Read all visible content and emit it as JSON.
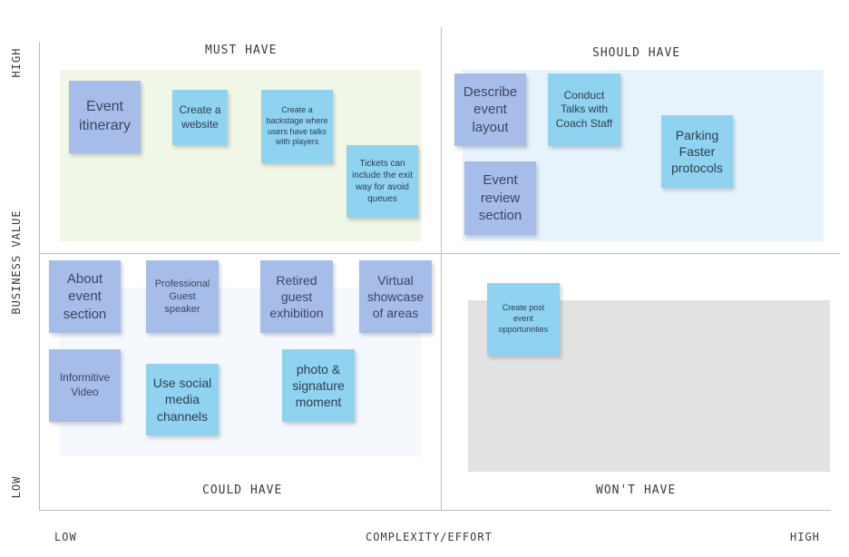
{
  "quadrants": {
    "must_have": "MUST HAVE",
    "should_have": "SHOULD HAVE",
    "could_have": "COULD HAVE",
    "wont_have": "WON'T HAVE"
  },
  "axes": {
    "y_title": "BUSINESS VALUE",
    "y_high": "HIGH",
    "y_low": "LOW",
    "x_title": "COMPLEXITY/EFFORT",
    "x_low": "LOW",
    "x_high": "HIGH"
  },
  "notes": {
    "event_itinerary": "Event itinerary",
    "create_website": "Create a website",
    "backstage_talks": "Create a backstage where users have talks with players",
    "tickets_exit": "Tickets can include the exit way for avoid queues",
    "describe_layout": "Describe event layout",
    "conduct_talks": "Conduct Talks with Coach Staff",
    "parking": "Parking Faster protocols",
    "event_review": "Event review section",
    "about_event": "About event section",
    "professional_guest": "Professional Guest speaker",
    "retired_guest": "Retired guest exhibition",
    "virtual_showcase": "Virtual showcase of areas",
    "informative_video": "Informitive Video",
    "social_media": "Use social media channels",
    "photo_signature": "photo & signature moment",
    "post_event": "Create post event opportunnties"
  },
  "colors": {
    "must_zone": "#f1f7e6",
    "should_zone": "#e6f3fd",
    "could_zone": "#f5f8fc",
    "wont_zone": "#e2e2e2",
    "note_blue": "#8fd3f0",
    "note_periwinkle": "#a7bde9"
  }
}
